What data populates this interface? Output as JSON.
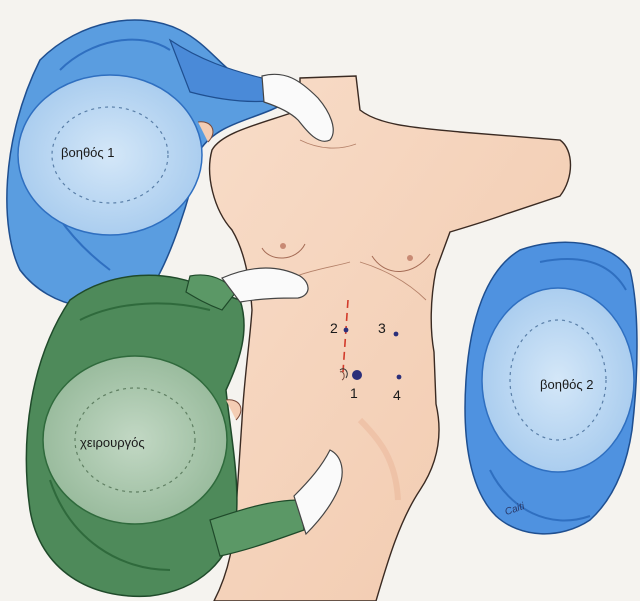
{
  "figure": {
    "people": [
      {
        "id": "assistant1",
        "label": "βοηθός 1"
      },
      {
        "id": "surgeon",
        "label": "χειρουργός"
      },
      {
        "id": "assistant2",
        "label": "βοηθός 2"
      }
    ],
    "ports": [
      {
        "label": "1"
      },
      {
        "label": "2"
      },
      {
        "label": "3"
      },
      {
        "label": "4"
      }
    ],
    "signature": "Caiti",
    "colors": {
      "skin": "#f6d6c0",
      "assistant_blue": "#5a9de0",
      "assistant_blue_dark": "#2f6fc0",
      "head_blue": "#b8d6f2",
      "surgeon_green": "#4e8a5a",
      "surgeon_green_dark": "#2f6a3c",
      "head_green": "#a9c7ad",
      "port_dot": "#2b2f7a",
      "incision_red": "#d23a2a"
    }
  }
}
